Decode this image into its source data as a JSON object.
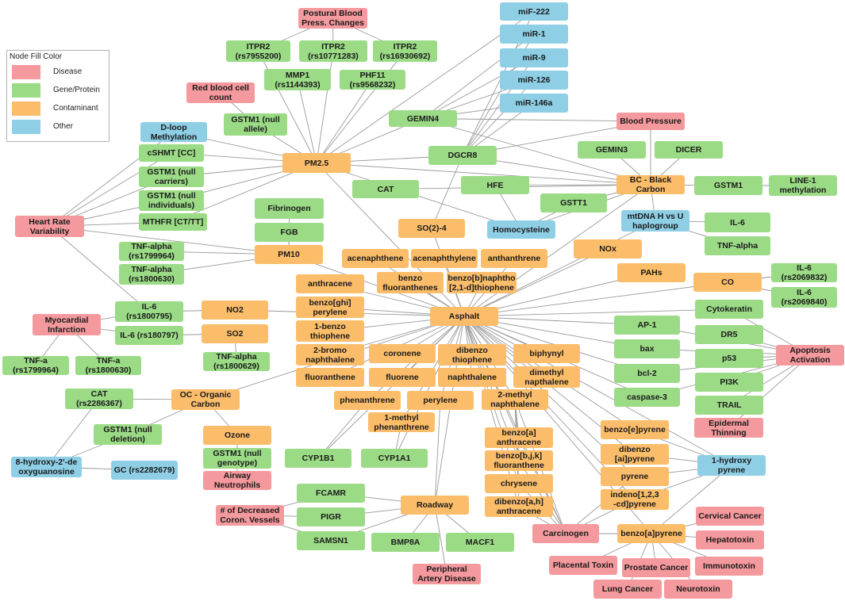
{
  "legend": {
    "title": "Node Fill Color",
    "items": [
      {
        "label": "Disease",
        "color": "#f4999d"
      },
      {
        "label": "Gene/Protein",
        "color": "#9bdb86"
      },
      {
        "label": "Contaminant",
        "color": "#fbbd6a"
      },
      {
        "label": "Other",
        "color": "#8ecfe6"
      }
    ]
  },
  "colors": {
    "edge": "#9a9a9a",
    "disease": "#f4999d",
    "gene": "#9bdb86",
    "contaminant": "#fbbd6a",
    "other": "#8ecfe6"
  },
  "nodes": [
    {
      "id": "postural",
      "label": "Postural Blood\nPress. Changes",
      "cat": "disease"
    },
    {
      "id": "itpr2a",
      "label": "ITPR2\n(rs7955200)",
      "cat": "gene"
    },
    {
      "id": "itpr2b",
      "label": "ITPR2\n(rs10771283)",
      "cat": "gene"
    },
    {
      "id": "itpr2c",
      "label": "ITPR2\n(rs16930692)",
      "cat": "gene"
    },
    {
      "id": "mmp1",
      "label": "MMP1\n(rs1144393)",
      "cat": "gene"
    },
    {
      "id": "phf11",
      "label": "PHF11\n(rs9568232)",
      "cat": "gene"
    },
    {
      "id": "rbc",
      "label": "Red blood cell\ncount",
      "cat": "disease"
    },
    {
      "id": "gstm1null",
      "label": "GSTM1 (null\nallele)",
      "cat": "gene"
    },
    {
      "id": "dloop",
      "label": "D-loop\nMethylation",
      "cat": "other"
    },
    {
      "id": "cshmt",
      "label": "cSHMT [CC]",
      "cat": "gene"
    },
    {
      "id": "gstm1carriers",
      "label": "GSTM1 (null\ncarriers)",
      "cat": "gene"
    },
    {
      "id": "gstm1indiv",
      "label": "GSTM1 (null\nindividuals)",
      "cat": "gene"
    },
    {
      "id": "mthfr",
      "label": "MTHFR [CT/TT]",
      "cat": "gene"
    },
    {
      "id": "hrv",
      "label": "Heart Rate\nVariability",
      "cat": "disease"
    },
    {
      "id": "pm25",
      "label": "PM2.5",
      "cat": "contam"
    },
    {
      "id": "mir222",
      "label": "miF-222",
      "cat": "other"
    },
    {
      "id": "mir1",
      "label": "miR-1",
      "cat": "other"
    },
    {
      "id": "mir9",
      "label": "miR-9",
      "cat": "other"
    },
    {
      "id": "mir126",
      "label": "miR-126",
      "cat": "other"
    },
    {
      "id": "mir146a",
      "label": "miR-146a",
      "cat": "other"
    },
    {
      "id": "gemin4",
      "label": "GEMIN4",
      "cat": "gene"
    },
    {
      "id": "bp",
      "label": "Blood Pressure",
      "cat": "disease"
    },
    {
      "id": "gemin3",
      "label": "GEMIN3",
      "cat": "gene"
    },
    {
      "id": "dicer",
      "label": "DICER",
      "cat": "gene"
    },
    {
      "id": "dgcr8",
      "label": "DGCR8",
      "cat": "gene"
    },
    {
      "id": "bc",
      "label": "BC - Black\nCarbon",
      "cat": "contam"
    },
    {
      "id": "gstm1",
      "label": "GSTM1",
      "cat": "gene"
    },
    {
      "id": "line1",
      "label": "LINE-1\nmethylation",
      "cat": "gene"
    },
    {
      "id": "cat1",
      "label": "CAT",
      "cat": "gene"
    },
    {
      "id": "hfe",
      "label": "HFE",
      "cat": "gene"
    },
    {
      "id": "gstt1",
      "label": "GSTT1",
      "cat": "gene"
    },
    {
      "id": "homocys",
      "label": "Homocysteine",
      "cat": "other"
    },
    {
      "id": "mtdna",
      "label": "mtDNA H vs U\nhaplogroup",
      "cat": "other"
    },
    {
      "id": "il6a",
      "label": "IL-6",
      "cat": "gene"
    },
    {
      "id": "tnfa",
      "label": "TNF-alpha",
      "cat": "gene"
    },
    {
      "id": "fibrinogen",
      "label": "Fibrinogen",
      "cat": "gene"
    },
    {
      "id": "fgb",
      "label": "FGB",
      "cat": "gene"
    },
    {
      "id": "so24",
      "label": "SO(2)-4",
      "cat": "contam"
    },
    {
      "id": "tnf1799964",
      "label": "TNF-alpha\n(rs1799964)",
      "cat": "gene"
    },
    {
      "id": "tnf1800630",
      "label": "TNF-alpha\n(rs1800630)",
      "cat": "gene"
    },
    {
      "id": "pm10",
      "label": "PM10",
      "cat": "contam"
    },
    {
      "id": "acenaphthene",
      "label": "acenaphthene",
      "cat": "contam"
    },
    {
      "id": "acenaphthylene",
      "label": "acenaphthylene",
      "cat": "contam"
    },
    {
      "id": "anthanthrene",
      "label": "anthanthrene",
      "cat": "contam"
    },
    {
      "id": "nox",
      "label": "NOx",
      "cat": "contam"
    },
    {
      "id": "pahs",
      "label": "PAHs",
      "cat": "contam"
    },
    {
      "id": "co",
      "label": "CO",
      "cat": "contam"
    },
    {
      "id": "il6_2069832",
      "label": "IL-6\n(rs2069832)",
      "cat": "gene"
    },
    {
      "id": "il6_2069840",
      "label": "IL-6\n(rs2069840)",
      "cat": "gene"
    },
    {
      "id": "anthracene",
      "label": "anthracene",
      "cat": "contam"
    },
    {
      "id": "benzofluor",
      "label": "benzo\nfluoranthenes",
      "cat": "contam"
    },
    {
      "id": "benzonaphtho",
      "label": "benzo[b]naphtho\n[2,1-d]thiophene",
      "cat": "contam"
    },
    {
      "id": "mi",
      "label": "Myocardial\nInfarction",
      "cat": "disease"
    },
    {
      "id": "il6_1800795",
      "label": "IL-6\n(rs1800795)",
      "cat": "gene"
    },
    {
      "id": "il6_180797",
      "label": "IL-6 (rs180797)",
      "cat": "gene"
    },
    {
      "id": "no2",
      "label": "NO2",
      "cat": "contam"
    },
    {
      "id": "so2",
      "label": "SO2",
      "cat": "contam"
    },
    {
      "id": "benzoghi",
      "label": "benzo[ghi]\nperylene",
      "cat": "contam"
    },
    {
      "id": "onebenzo",
      "label": "1-benzo\nthiophene",
      "cat": "contam"
    },
    {
      "id": "asphalt",
      "label": "Asphalt",
      "cat": "contam"
    },
    {
      "id": "cytokeratin",
      "label": "Cytokeratin",
      "cat": "gene"
    },
    {
      "id": "ap1",
      "label": "AP-1",
      "cat": "gene"
    },
    {
      "id": "dr5",
      "label": "DR5",
      "cat": "gene"
    },
    {
      "id": "bax",
      "label": "bax",
      "cat": "gene"
    },
    {
      "id": "p53",
      "label": "p53",
      "cat": "gene"
    },
    {
      "id": "apoptosis",
      "label": "Apoptosis\nActivation",
      "cat": "disease"
    },
    {
      "id": "bcl2",
      "label": "bcl-2",
      "cat": "gene"
    },
    {
      "id": "pi3k",
      "label": "PI3K",
      "cat": "gene"
    },
    {
      "id": "caspase3",
      "label": "caspase-3",
      "cat": "gene"
    },
    {
      "id": "trail",
      "label": "TRAIL",
      "cat": "gene"
    },
    {
      "id": "epidermal",
      "label": "Epidermal\nThinning",
      "cat": "disease"
    },
    {
      "id": "tnfa1799964",
      "label": "TNF-a\n(rs1799964)",
      "cat": "gene"
    },
    {
      "id": "tnfa1800630",
      "label": "TNF-a\n(rs1800630)",
      "cat": "gene"
    },
    {
      "id": "tnf1800629",
      "label": "TNF-alpha\n(rs1800629)",
      "cat": "gene"
    },
    {
      "id": "bromonaph",
      "label": "2-bromo\nnaphthalene",
      "cat": "contam"
    },
    {
      "id": "coronene",
      "label": "coronene",
      "cat": "contam"
    },
    {
      "id": "dibenzothio",
      "label": "dibenzo\nthiophene",
      "cat": "contam"
    },
    {
      "id": "biphynyl",
      "label": "biphynyl",
      "cat": "contam"
    },
    {
      "id": "fluoranthene",
      "label": "fluoranthene",
      "cat": "contam"
    },
    {
      "id": "fluorene",
      "label": "fluorene",
      "cat": "contam"
    },
    {
      "id": "naphthalene",
      "label": "naphthalene",
      "cat": "contam"
    },
    {
      "id": "dimethylnaph",
      "label": "dimethyl\nnapthalene",
      "cat": "contam"
    },
    {
      "id": "cat2",
      "label": "CAT\n(rs2286367)",
      "cat": "gene"
    },
    {
      "id": "oc",
      "label": "OC - Organic\nCarbon",
      "cat": "contam"
    },
    {
      "id": "phenanthrene",
      "label": "phenanthrene",
      "cat": "contam"
    },
    {
      "id": "perylene",
      "label": "perylene",
      "cat": "contam"
    },
    {
      "id": "methylnaph",
      "label": "2-methyl\nnaphthalene",
      "cat": "contam"
    },
    {
      "id": "gstm1del",
      "label": "GSTM1 (null\ndeletion)",
      "cat": "gene"
    },
    {
      "id": "methylphen",
      "label": "1-methyl\nphenanthrene",
      "cat": "contam"
    },
    {
      "id": "ozone",
      "label": "Ozone",
      "cat": "contam"
    },
    {
      "id": "benzoepyrene",
      "label": "benzo[e]pyrene",
      "cat": "contam"
    },
    {
      "id": "hydroxyguan",
      "label": "8-hydroxy-2'-de\noxyguanosine",
      "cat": "other"
    },
    {
      "id": "gc",
      "label": "GC (rs2282679)",
      "cat": "other"
    },
    {
      "id": "gstm1geno",
      "label": "GSTM1 (null\ngenotype)",
      "cat": "gene"
    },
    {
      "id": "cyp1b1",
      "label": "CYP1B1",
      "cat": "gene"
    },
    {
      "id": "cyp1a1",
      "label": "CYP1A1",
      "cat": "gene"
    },
    {
      "id": "benzoaanth",
      "label": "benzo[a]\nanthracene",
      "cat": "contam"
    },
    {
      "id": "dibenzoai",
      "label": "dibenzo\n[ai]pyrene",
      "cat": "contam"
    },
    {
      "id": "hydroxypyrene",
      "label": "1-hydroxy\npyrene",
      "cat": "other"
    },
    {
      "id": "benzobjk",
      "label": "benzo[b,j,k]\nfluoranthene",
      "cat": "contam"
    },
    {
      "id": "airway",
      "label": "Airway\nNeutrophils",
      "cat": "disease"
    },
    {
      "id": "chrysene",
      "label": "chrysene",
      "cat": "contam"
    },
    {
      "id": "pyrene",
      "label": "pyrene",
      "cat": "contam"
    },
    {
      "id": "fcamr",
      "label": "FCAMR",
      "cat": "gene"
    },
    {
      "id": "indeno",
      "label": "indeno[1,2,3\n-cd]pyrene",
      "cat": "contam"
    },
    {
      "id": "roadway",
      "label": "Roadway",
      "cat": "contam"
    },
    {
      "id": "dibenzoah",
      "label": "dibenzo[a,h]\nanthracene",
      "cat": "contam"
    },
    {
      "id": "coronvessel",
      "label": "# of Decreased\nCoron. Vessels",
      "cat": "disease"
    },
    {
      "id": "pigr",
      "label": "PIGR",
      "cat": "gene"
    },
    {
      "id": "cervical",
      "label": "Cervical Cancer",
      "cat": "disease"
    },
    {
      "id": "carcinogen",
      "label": "Carcinogen",
      "cat": "disease"
    },
    {
      "id": "benzoapyrene",
      "label": "benzo[a]pyrene",
      "cat": "contam"
    },
    {
      "id": "samsn1",
      "label": "SAMSN1",
      "cat": "gene"
    },
    {
      "id": "bmp8a",
      "label": "BMP8A",
      "cat": "gene"
    },
    {
      "id": "macf1",
      "label": "MACF1",
      "cat": "gene"
    },
    {
      "id": "hepatotoxin",
      "label": "Hepatotoxin",
      "cat": "disease"
    },
    {
      "id": "peripheral",
      "label": "Peripheral\nArtery Disease",
      "cat": "disease"
    },
    {
      "id": "placental",
      "label": "Placental Toxin",
      "cat": "disease"
    },
    {
      "id": "prostate",
      "label": "Prostate Cancer",
      "cat": "disease"
    },
    {
      "id": "immunotoxin",
      "label": "Immunotoxin",
      "cat": "disease"
    },
    {
      "id": "lung",
      "label": "Lung Cancer",
      "cat": "disease"
    },
    {
      "id": "neurotoxin",
      "label": "Neurotoxin",
      "cat": "disease"
    }
  ],
  "edges": [
    [
      "pm25",
      "itpr2a"
    ],
    [
      "pm25",
      "itpr2b"
    ],
    [
      "pm25",
      "itpr2c"
    ],
    [
      "pm25",
      "mmp1"
    ],
    [
      "pm25",
      "phf11"
    ],
    [
      "pm25",
      "gstm1null"
    ],
    [
      "pm25",
      "dloop"
    ],
    [
      "pm25",
      "cshmt"
    ],
    [
      "pm25",
      "gstm1carriers"
    ],
    [
      "pm25",
      "gstm1indiv"
    ],
    [
      "pm25",
      "mthfr"
    ],
    [
      "pm25",
      "mir222"
    ],
    [
      "pm25",
      "gemin4"
    ],
    [
      "pm25",
      "bc"
    ],
    [
      "pm25",
      "dgcr8"
    ],
    [
      "pm25",
      "asphalt"
    ],
    [
      "pm25",
      "homocys"
    ],
    [
      "itpr2a",
      "postural"
    ],
    [
      "itpr2b",
      "postural"
    ],
    [
      "itpr2c",
      "postural"
    ],
    [
      "gstm1null",
      "rbc"
    ],
    [
      "hrv",
      "dloop"
    ],
    [
      "hrv",
      "cshmt"
    ],
    [
      "hrv",
      "gstm1carriers"
    ],
    [
      "hrv",
      "gstm1indiv"
    ],
    [
      "hrv",
      "mthfr"
    ],
    [
      "hrv",
      "pm10"
    ],
    [
      "hrv",
      "il6_1800795"
    ],
    [
      "gemin4",
      "mir1"
    ],
    [
      "gemin4",
      "mir9"
    ],
    [
      "gemin4",
      "mir126"
    ],
    [
      "gemin4",
      "mir146a"
    ],
    [
      "gemin4",
      "bp"
    ],
    [
      "dgcr8",
      "mir222"
    ],
    [
      "dgcr8",
      "mir1"
    ],
    [
      "dgcr8",
      "mir9"
    ],
    [
      "dgcr8",
      "mir126"
    ],
    [
      "dgcr8",
      "mir146a"
    ],
    [
      "dgcr8",
      "bp"
    ],
    [
      "dgcr8",
      "so24"
    ],
    [
      "bc",
      "bp"
    ],
    [
      "bc",
      "gemin3"
    ],
    [
      "bc",
      "dicer"
    ],
    [
      "bc",
      "dgcr8"
    ],
    [
      "bc",
      "gemin4"
    ],
    [
      "bc",
      "gstm1"
    ],
    [
      "bc",
      "homocys"
    ],
    [
      "bc",
      "hfe"
    ],
    [
      "bc",
      "mtdna"
    ],
    [
      "bc",
      "cat1"
    ],
    [
      "bc",
      "asphalt"
    ],
    [
      "bc",
      "gstt1"
    ],
    [
      "gstm1",
      "line1"
    ],
    [
      "hfe",
      "homocys"
    ],
    [
      "gstt1",
      "homocys"
    ],
    [
      "mtdna",
      "il6a"
    ],
    [
      "mtdna",
      "tnfa"
    ],
    [
      "mtdna",
      "asphalt"
    ],
    [
      "pm10",
      "fibrinogen"
    ],
    [
      "pm10",
      "fgb"
    ],
    [
      "pm10",
      "tnf1799964"
    ],
    [
      "pm10",
      "tnf1800630"
    ],
    [
      "pm10",
      "asphalt"
    ],
    [
      "co",
      "il6_2069832"
    ],
    [
      "co",
      "il6_2069840"
    ],
    [
      "co",
      "asphalt"
    ],
    [
      "mi",
      "il6_1800795"
    ],
    [
      "mi",
      "il6_180797"
    ],
    [
      "mi",
      "tnfa1799964"
    ],
    [
      "mi",
      "tnfa1800630"
    ],
    [
      "il6_1800795",
      "no2"
    ],
    [
      "il6_180797",
      "so2"
    ],
    [
      "so2",
      "tnf1800629"
    ],
    [
      "asphalt",
      "acenaphthene"
    ],
    [
      "asphalt",
      "acenaphthylene"
    ],
    [
      "asphalt",
      "anthanthrene"
    ],
    [
      "asphalt",
      "nox"
    ],
    [
      "asphalt",
      "pahs"
    ],
    [
      "asphalt",
      "anthracene"
    ],
    [
      "asphalt",
      "benzofluor"
    ],
    [
      "asphalt",
      "benzonaphtho"
    ],
    [
      "asphalt",
      "benzoghi"
    ],
    [
      "asphalt",
      "onebenzo"
    ],
    [
      "asphalt",
      "no2"
    ],
    [
      "asphalt",
      "so24"
    ],
    [
      "asphalt",
      "cytokeratin"
    ],
    [
      "asphalt",
      "ap1"
    ],
    [
      "asphalt",
      "bax"
    ],
    [
      "asphalt",
      "bcl2"
    ],
    [
      "asphalt",
      "caspase3"
    ],
    [
      "asphalt",
      "bromonaph"
    ],
    [
      "asphalt",
      "coronene"
    ],
    [
      "asphalt",
      "dibenzothio"
    ],
    [
      "asphalt",
      "biphynyl"
    ],
    [
      "asphalt",
      "fluoranthene"
    ],
    [
      "asphalt",
      "fluorene"
    ],
    [
      "asphalt",
      "naphthalene"
    ],
    [
      "asphalt",
      "dimethylnaph"
    ],
    [
      "asphalt",
      "phenanthrene"
    ],
    [
      "asphalt",
      "perylene"
    ],
    [
      "asphalt",
      "methylnaph"
    ],
    [
      "asphalt",
      "methylphen"
    ],
    [
      "asphalt",
      "oc"
    ],
    [
      "asphalt",
      "benzoepyrene"
    ],
    [
      "asphalt",
      "dibenzoai"
    ],
    [
      "asphalt",
      "pyrene"
    ],
    [
      "asphalt",
      "indeno"
    ],
    [
      "asphalt",
      "benzoaanth"
    ],
    [
      "asphalt",
      "benzobjk"
    ],
    [
      "asphalt",
      "chrysene"
    ],
    [
      "asphalt",
      "dibenzoah"
    ],
    [
      "asphalt",
      "carcinogen"
    ],
    [
      "asphalt",
      "benzoapyrene"
    ],
    [
      "asphalt",
      "roadway"
    ],
    [
      "asphalt",
      "cyp1b1"
    ],
    [
      "asphalt",
      "cyp1a1"
    ],
    [
      "asphalt",
      "hydroxypyrene"
    ],
    [
      "apoptosis",
      "cytokeratin"
    ],
    [
      "apoptosis",
      "dr5"
    ],
    [
      "apoptosis",
      "p53"
    ],
    [
      "apoptosis",
      "pi3k"
    ],
    [
      "apoptosis",
      "trail"
    ],
    [
      "apoptosis",
      "ap1"
    ],
    [
      "apoptosis",
      "bax"
    ],
    [
      "apoptosis",
      "bcl2"
    ],
    [
      "apoptosis",
      "caspase3"
    ],
    [
      "apoptosis",
      "epidermal"
    ],
    [
      "oc",
      "cat2"
    ],
    [
      "oc",
      "gstm1del"
    ],
    [
      "oc",
      "ozone"
    ],
    [
      "cat2",
      "hydroxyguan"
    ],
    [
      "gstm1del",
      "hydroxyguan"
    ],
    [
      "hydroxyguan",
      "gc"
    ],
    [
      "ozone",
      "gstm1geno"
    ],
    [
      "gstm1geno",
      "airway"
    ],
    [
      "methylnaph",
      "benzoaanth"
    ],
    [
      "methylnaph",
      "benzobjk"
    ],
    [
      "methylnaph",
      "chrysene"
    ],
    [
      "methylnaph",
      "dibenzoah"
    ],
    [
      "methylnaph",
      "carcinogen"
    ],
    [
      "benzoepyrene",
      "hydroxypyrene"
    ],
    [
      "dibenzoai",
      "hydroxypyrene"
    ],
    [
      "pyrene",
      "hydroxypyrene"
    ],
    [
      "indeno",
      "hydroxypyrene"
    ],
    [
      "benzoapyrene",
      "hydroxypyrene"
    ],
    [
      "carcinogen",
      "benzoaanth"
    ],
    [
      "carcinogen",
      "benzobjk"
    ],
    [
      "carcinogen",
      "chrysene"
    ],
    [
      "carcinogen",
      "dibenzoah"
    ],
    [
      "carcinogen",
      "benzoapyrene"
    ],
    [
      "carcinogen",
      "indeno"
    ],
    [
      "carcinogen",
      "pyrene"
    ],
    [
      "benzoapyrene",
      "cervical"
    ],
    [
      "benzoapyrene",
      "hepatotoxin"
    ],
    [
      "benzoapyrene",
      "placental"
    ],
    [
      "benzoapyrene",
      "prostate"
    ],
    [
      "benzoapyrene",
      "immunotoxin"
    ],
    [
      "benzoapyrene",
      "lung"
    ],
    [
      "benzoapyrene",
      "neurotoxin"
    ],
    [
      "roadway",
      "fcamr"
    ],
    [
      "roadway",
      "pigr"
    ],
    [
      "roadway",
      "samsn1"
    ],
    [
      "roadway",
      "bmp8a"
    ],
    [
      "roadway",
      "macf1"
    ],
    [
      "roadway",
      "perylene"
    ],
    [
      "roadway",
      "peripheral"
    ],
    [
      "coronvessel",
      "fcamr"
    ],
    [
      "coronvessel",
      "pigr"
    ],
    [
      "coronvessel",
      "samsn1"
    ],
    [
      "phenanthrene",
      "cyp1b1"
    ],
    [
      "methylphen",
      "cyp1a1"
    ]
  ]
}
